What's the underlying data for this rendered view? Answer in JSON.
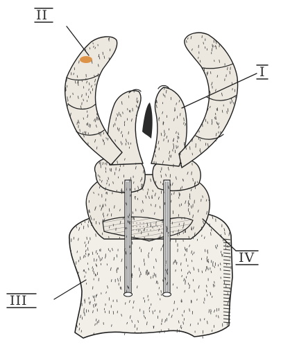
{
  "labels": {
    "II": "II",
    "I": "I",
    "III": "III",
    "IV": "IV"
  },
  "colors": {
    "ink": "#1f1f1f",
    "paper": "#ffffff",
    "spot": "#d9822b"
  }
}
